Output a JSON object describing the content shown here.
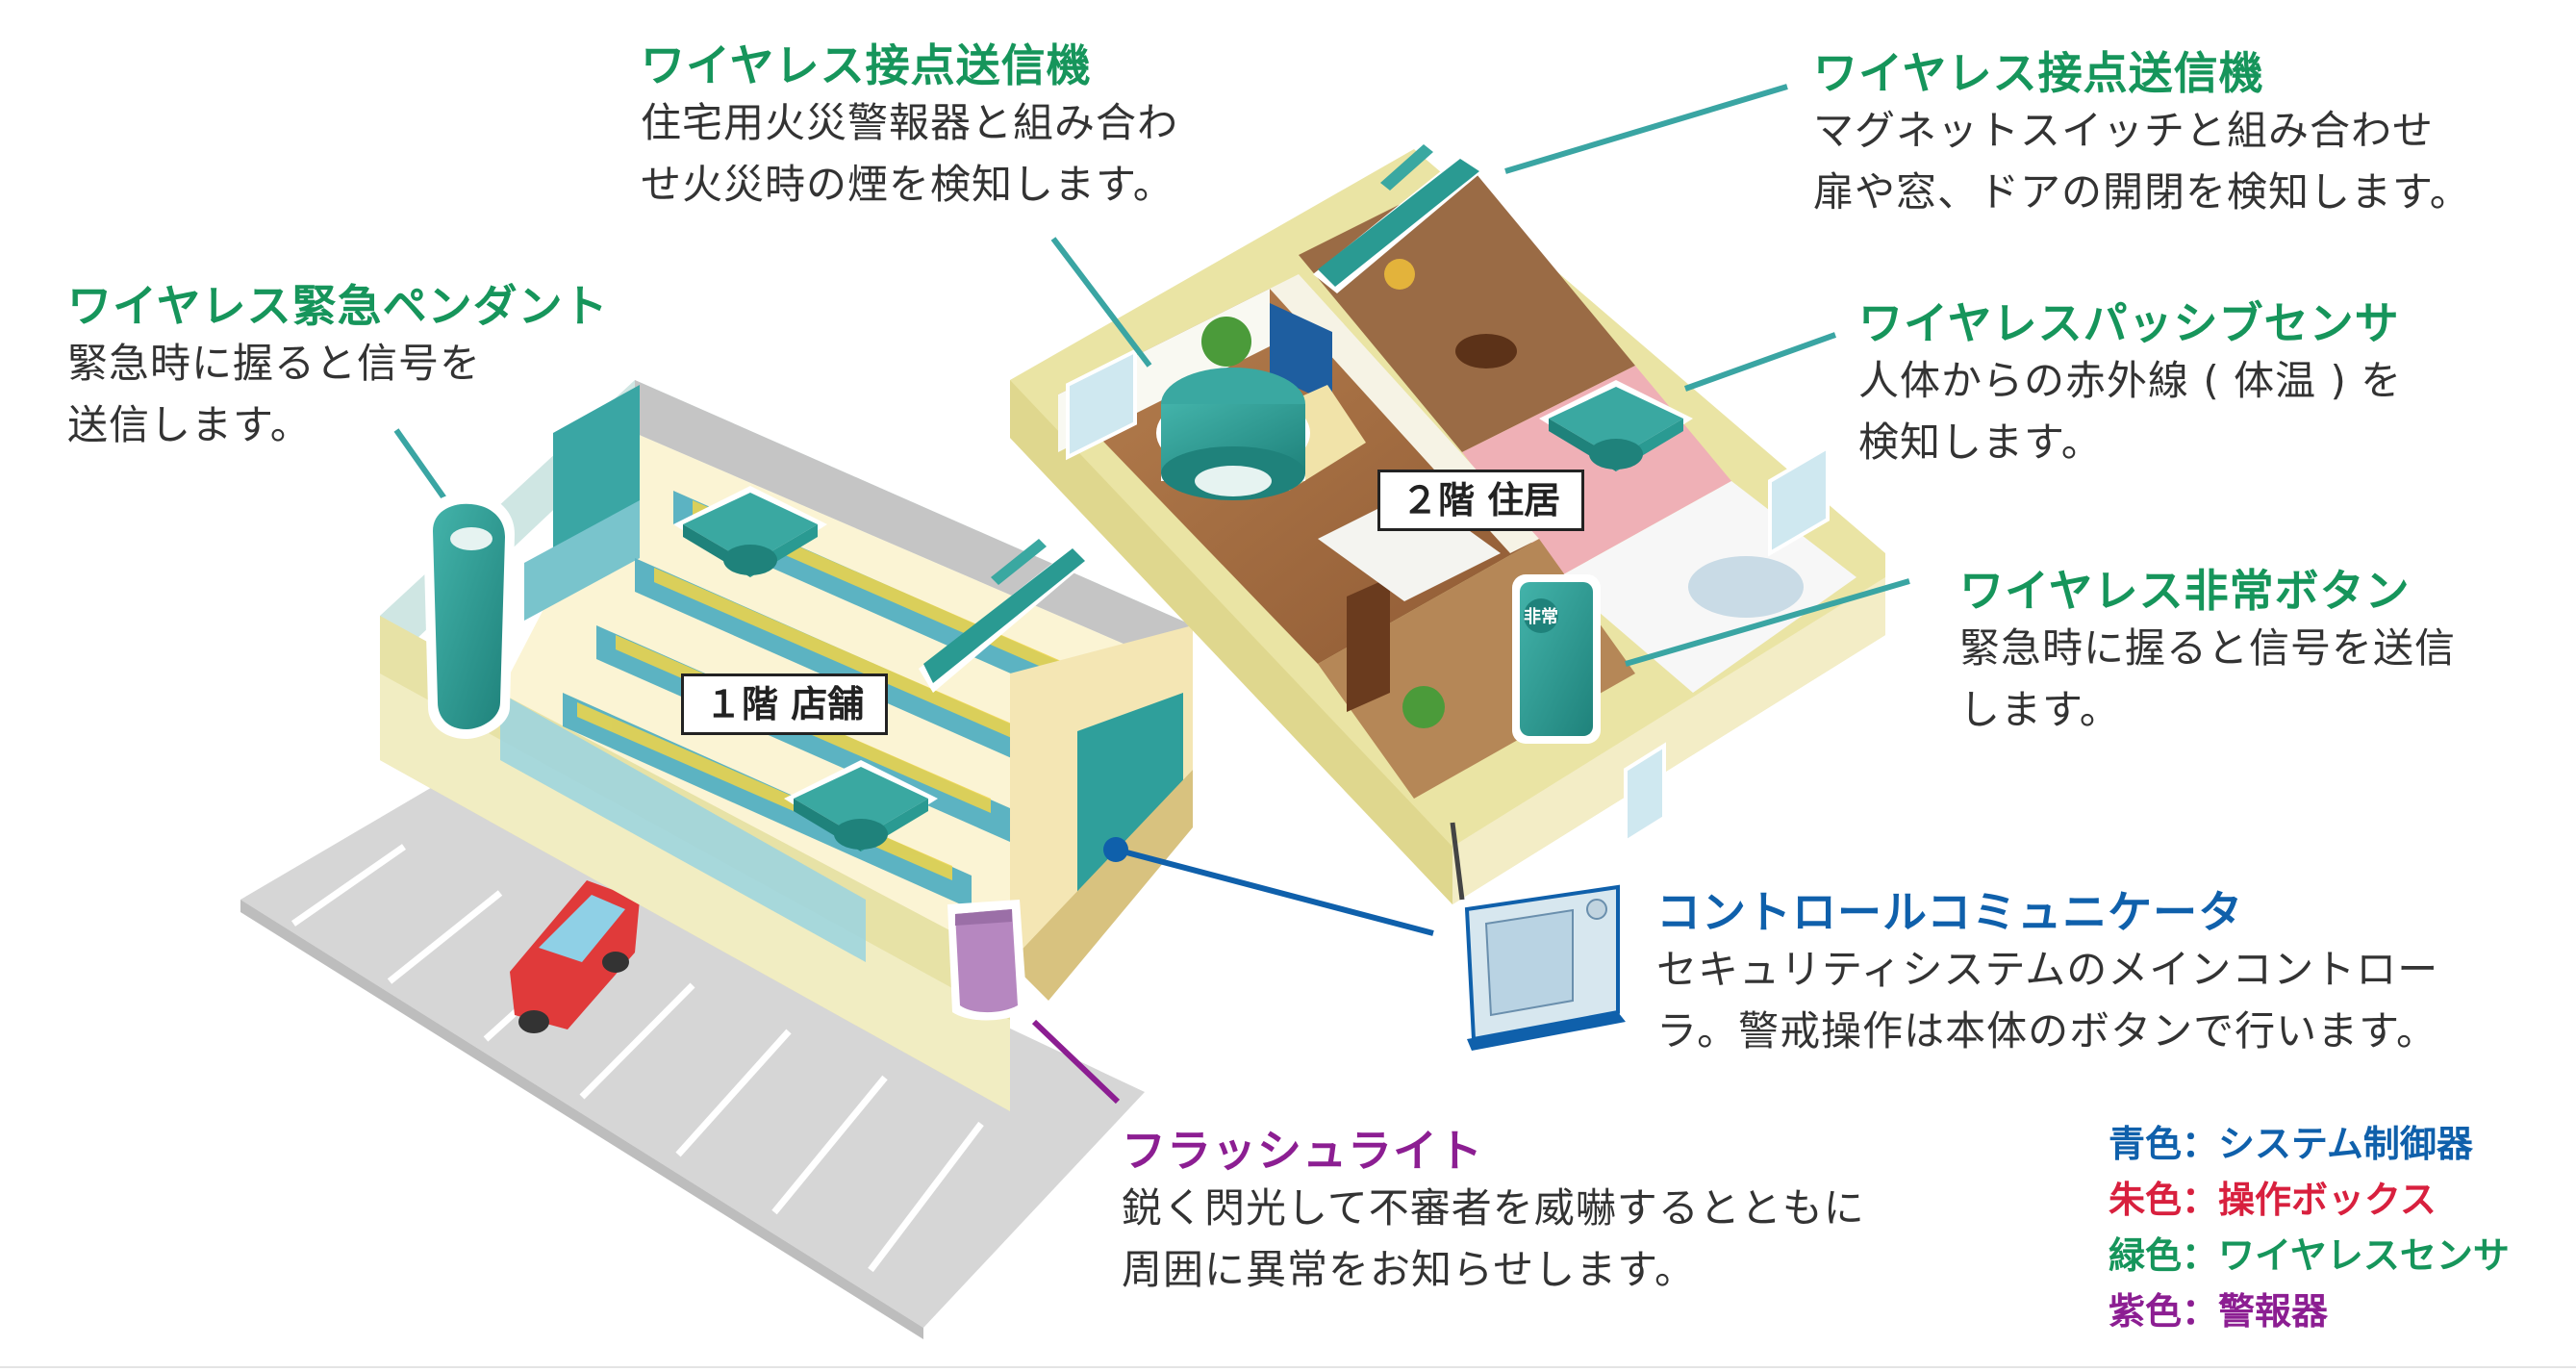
{
  "colors": {
    "system": "#0f60ab",
    "control": "#d8203e",
    "sensor": "#16955b",
    "alarm": "#8c1e92",
    "device_teal": "#2a9a92",
    "device_light": "#e6f3f1"
  },
  "floors": {
    "first": "１階 店舗",
    "second": "２階 住居"
  },
  "callouts": {
    "contact_fire": {
      "title": "ワイヤレス接点送信機",
      "desc": "住宅用火災警報器と組み合わ\nせ火災時の煙を検知します。"
    },
    "contact_magnet": {
      "title": "ワイヤレス接点送信機",
      "desc": "マグネットスイッチと組み合わせ\n扉や窓、ドアの開閉を検知します。"
    },
    "pendant": {
      "title": "ワイヤレス緊急ペンダント",
      "desc": "緊急時に握ると信号を\n送信します。"
    },
    "passive": {
      "title": "ワイヤレスパッシブセンサ",
      "desc": "人体からの赤外線 ( 体温 ) を\n検知します。"
    },
    "emergency_button": {
      "title": "ワイヤレス非常ボタン",
      "desc": "緊急時に握ると信号を送信\nします。"
    },
    "controller": {
      "title": "コントロールコミュニケータ",
      "desc": "セキュリティシステムのメインコントロー\nラ。警戒操作は本体のボタンで行います。"
    },
    "flash": {
      "title": "フラッシュライト",
      "desc": "鋭く閃光して不審者を威嚇するとともに\n周囲に異常をお知らせします。"
    }
  },
  "device_labels": {
    "button_badge": "非常"
  },
  "legend": [
    {
      "text": "青色：システム制御器",
      "color": "#0f60ab"
    },
    {
      "text": "朱色：操作ボックス",
      "color": "#d8203e"
    },
    {
      "text": "緑色：ワイヤレスセンサ",
      "color": "#16955b"
    },
    {
      "text": "紫色：警報器",
      "color": "#8c1e92"
    }
  ]
}
